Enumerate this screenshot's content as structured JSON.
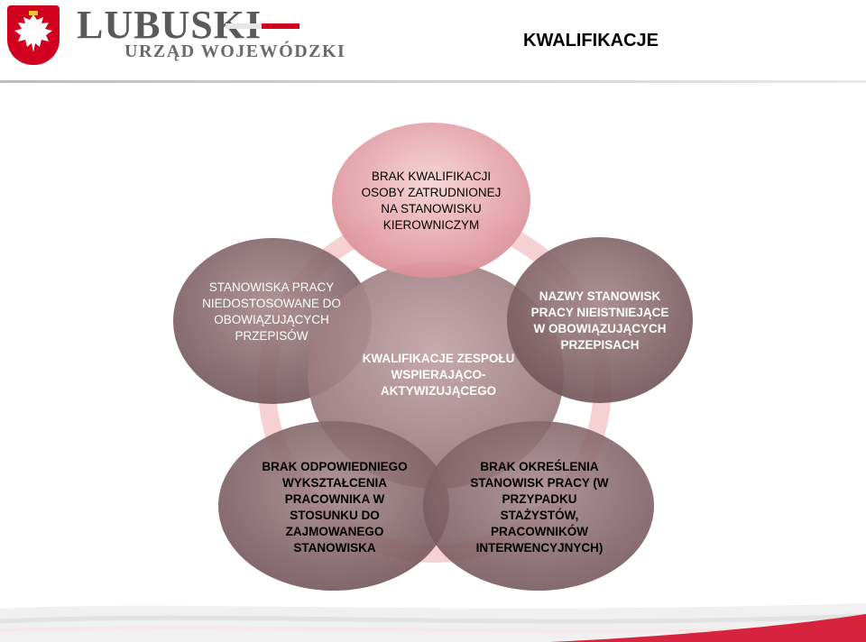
{
  "header": {
    "logo_main": "LUBUSKI",
    "logo_sub": "URZĄD WOJEWÓDZKI",
    "page_title": "KWALIFIKACJE"
  },
  "diagram": {
    "center": "KWALIFIKACJE ZESPOŁU WSPIERAJĄCO-AKTYWIZUJĄCEGO",
    "outer": [
      "BRAK KWALIFIKACJI OSOBY ZATRUDNIONEJ NA STANOWISKU KIEROWNICZYM",
      "NAZWY STANOWISK PRACY NIEISTNIEJĄCE W OBOWIĄZUJĄCYCH PRZEPISACH",
      "BRAK OKREŚLENIA STANOWISK PRACY (W PRZYPADKU STAŻYSTÓW, PRACOWNIKÓW INTERWENCYJNYCH)",
      "BRAK ODPOWIEDNIEGO WYKSZTAŁCENIA PRACOWNIKA W STOSUNKU DO ZAJMOWANEGO STANOWISKA",
      "STANOWISKA PRACY NIEDOSTOSOWANE DO OBOWIĄZUJĄCYCH PRZEPISÓW"
    ]
  },
  "colors": {
    "accent_red": "#d2001f",
    "ring": "#f3c9cd",
    "top_node": "#e39aa1",
    "dark_node": "#8d6e73",
    "center_node": "#a8868b",
    "label_dark": "#000000",
    "label_light": "#ffffff"
  },
  "icons": [
    "polish-eagle-crest-icon"
  ]
}
